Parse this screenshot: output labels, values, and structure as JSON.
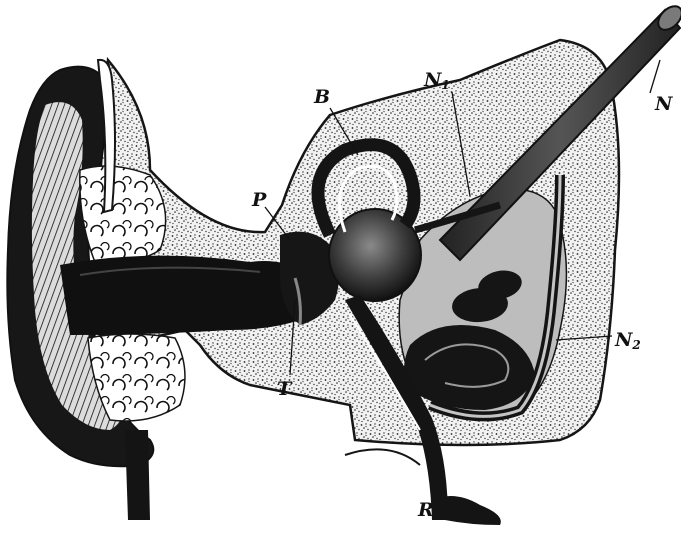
{
  "figure": {
    "labels": {
      "B": "B",
      "N1_main": "N",
      "N1_sub": "1",
      "N": "N",
      "P": "P",
      "N2_main": "N",
      "N2_sub": "2",
      "T": "T",
      "R": "R"
    }
  },
  "colors": {
    "ink": "#151515",
    "paper": "#ffffff",
    "bone_grey": "#b9b9b9",
    "bone_dark": "#6e6e6e"
  }
}
